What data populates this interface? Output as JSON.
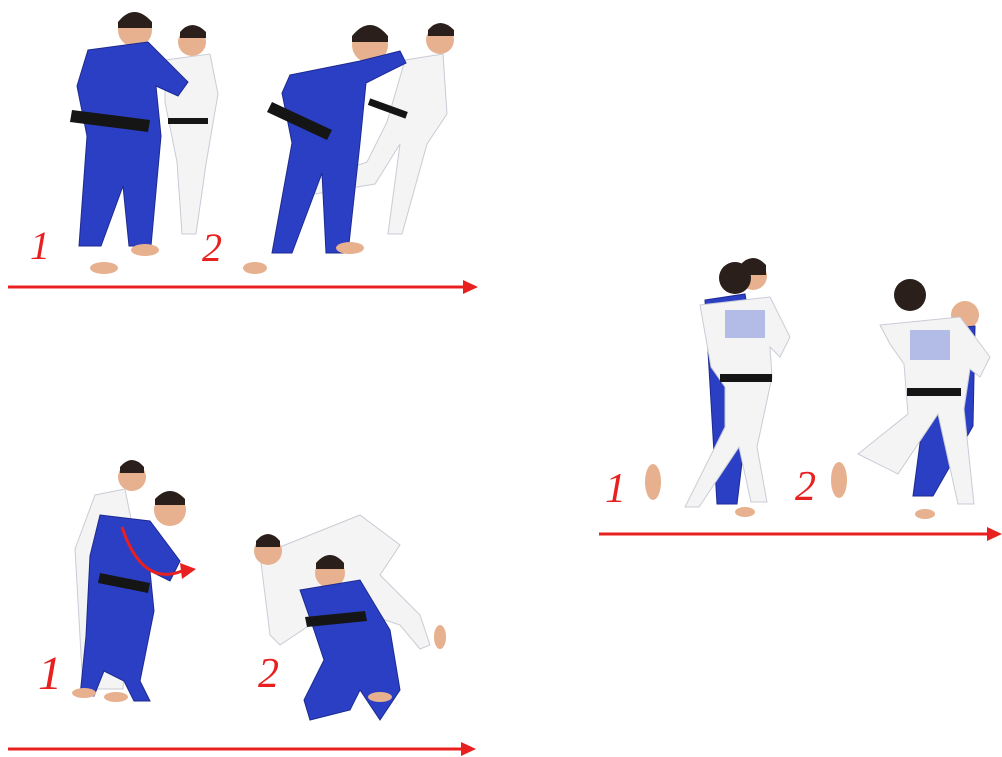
{
  "colors": {
    "arrow": "#e8201f",
    "step_number": "#e8201f",
    "judogi_blue": "#2b3fc4",
    "judogi_blue_shadow": "#1d2a8f",
    "judogi_white": "#f4f4f4",
    "judogi_white_shadow": "#c9ccd6",
    "belt_black": "#151515",
    "skin": "#e7b08e",
    "hair": "#2a1f1a"
  },
  "panels": {
    "top_left": {
      "step1": "1",
      "step2": "2"
    },
    "right": {
      "step1": "1",
      "step2": "2"
    },
    "bottom_left": {
      "step1": "1",
      "step2": "2"
    }
  },
  "icons": [
    "judoka-pair-figure",
    "right-arrow-icon",
    "rotation-arrow-icon"
  ]
}
